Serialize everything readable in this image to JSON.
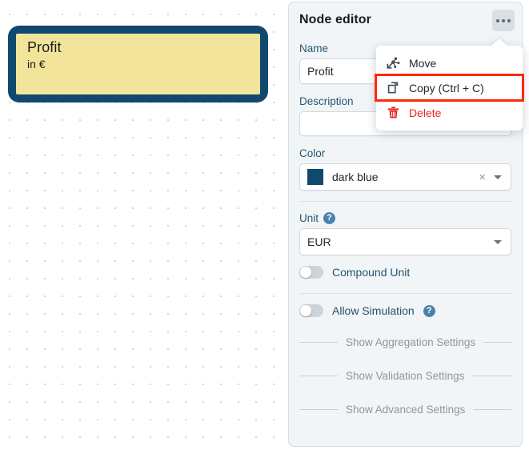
{
  "canvas": {
    "node": {
      "title": "Profit",
      "subtitle": "in €",
      "border_color": "#11496e",
      "fill_color": "#f2e49a"
    }
  },
  "panel": {
    "title": "Node editor",
    "kebab_icon": "ellipsis-icon",
    "fields": {
      "name": {
        "label": "Name",
        "value": "Profit"
      },
      "description": {
        "label": "Description",
        "value": ""
      },
      "color": {
        "label": "Color",
        "value": "dark blue",
        "swatch_hex": "#10496e",
        "clear_glyph": "×"
      },
      "unit": {
        "label": "Unit",
        "value": "EUR",
        "help_glyph": "?"
      }
    },
    "toggles": [
      {
        "label": "Compound Unit",
        "on": false,
        "help": false
      },
      {
        "label": "Allow Simulation",
        "on": false,
        "help": true,
        "help_glyph": "?"
      }
    ],
    "expanders": [
      {
        "label": "Show Aggregation Settings"
      },
      {
        "label": "Show Validation Settings"
      },
      {
        "label": "Show Advanced Settings"
      }
    ]
  },
  "context_menu": {
    "items": [
      {
        "label": "Move",
        "icon": "move-nodes-icon",
        "danger": false,
        "highlighted": false
      },
      {
        "label": "Copy (Ctrl + C)",
        "icon": "copy-icon",
        "danger": false,
        "highlighted": true
      },
      {
        "label": "Delete",
        "icon": "trash-icon",
        "danger": true,
        "highlighted": false
      }
    ],
    "highlight_color": "#fa2a0e"
  }
}
